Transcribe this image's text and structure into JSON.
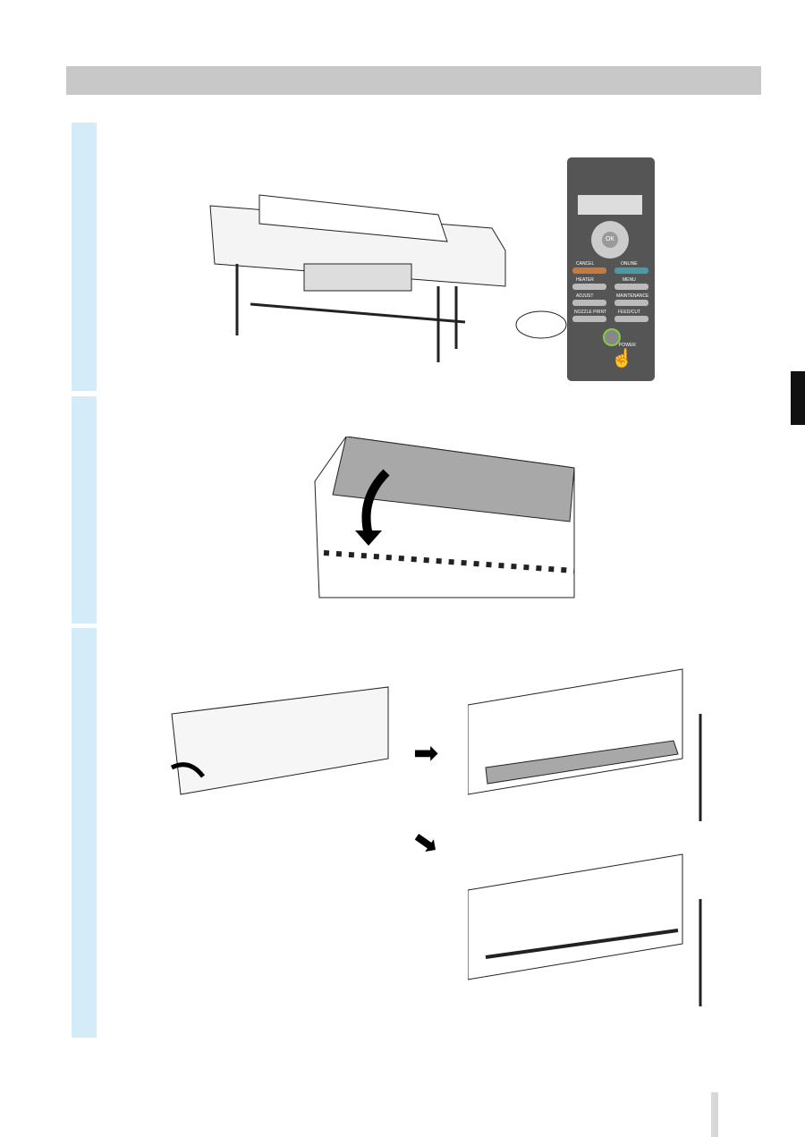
{
  "control_panel": {
    "ok": "OK",
    "cancel": "CANCEL",
    "online": "ONLINE",
    "heater": "HEATER",
    "menu": "MENU",
    "adjust": "ADJUST",
    "maintenance": "MAINTENANCE",
    "nozzle_print": "NOZZLE PRINT",
    "feed_cut": "FEED/CUT",
    "power": "POWER"
  },
  "colors": {
    "step_bg": "#d4ebf8",
    "header_bg": "#c8c8c8",
    "panel_bg": "#555555"
  }
}
